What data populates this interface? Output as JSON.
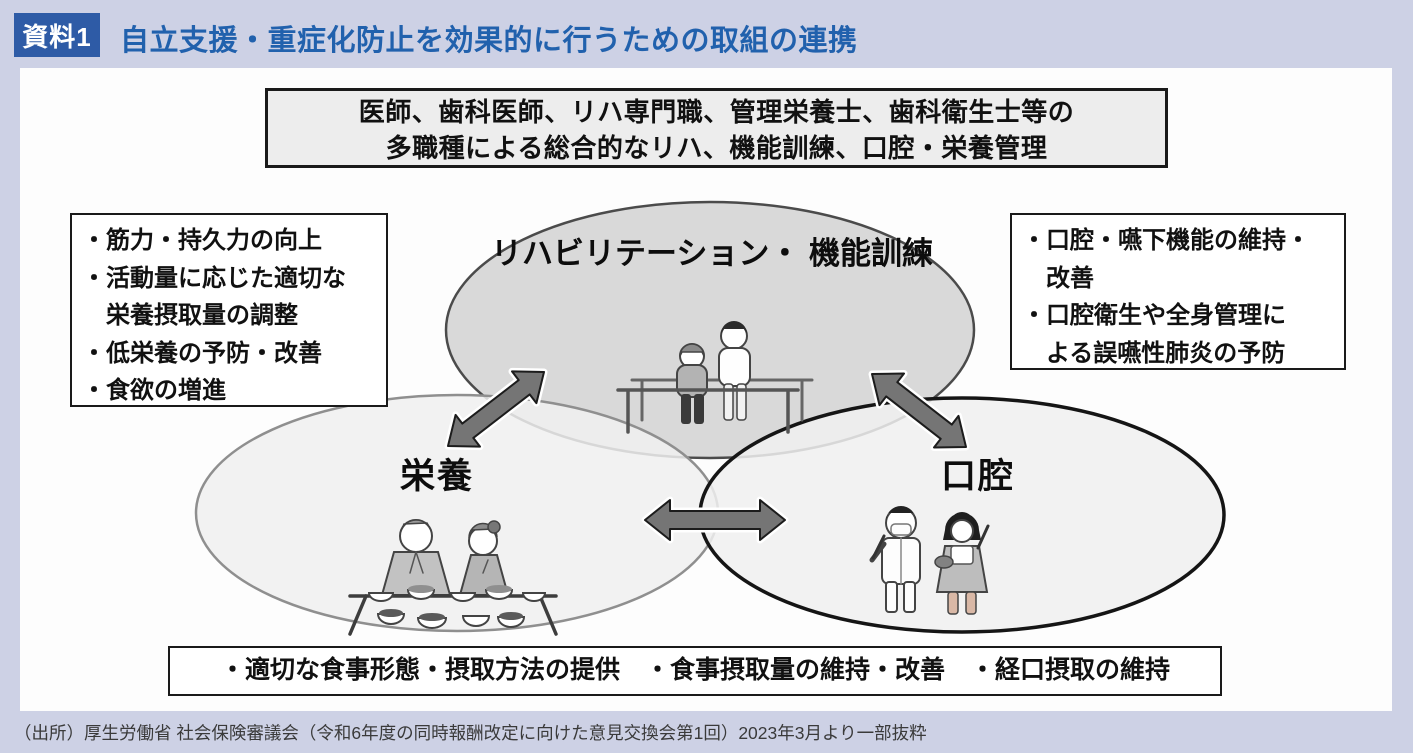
{
  "header": {
    "badge": "資料1",
    "title": "自立支援・重症化防止を効果的に行うための取組の連携"
  },
  "top_box": {
    "lines": [
      "医師、歯科医師、リハ専門職、管理栄養士、歯科衛生士等の",
      "多職種による総合的なリハ、機能訓練、口腔・栄養管理"
    ]
  },
  "left_box": {
    "lines": [
      "・筋力・持久力の向上",
      "・活動量に応じた適切な",
      "　栄養摂取量の調整",
      "・低栄養の予防・改善",
      "・食欲の増進"
    ]
  },
  "right_box": {
    "lines": [
      "・口腔・嚥下機能の維持・",
      "　改善",
      "・口腔衛生や全身管理に",
      "　よる誤嚥性肺炎の予防"
    ]
  },
  "bottom_box": {
    "text": "・適切な食事形態・摂取方法の提供　・食事摂取量の維持・改善　・経口摂取の維持"
  },
  "venn": {
    "rehab": {
      "label_lines": [
        "リハビリテーション・",
        "機能訓練"
      ]
    },
    "nutrition": {
      "label": "栄養"
    },
    "oral": {
      "label": "口腔"
    }
  },
  "footer": {
    "source": "（出所）厚生労働省 社会保険審議会（令和6年度の同時報酬改定に向けた意見交換会第1回）2023年3月より一部抜粋"
  },
  "colors": {
    "page_bg": "#cdd1e5",
    "badge_bg": "#2e5ba6",
    "title_blue": "#2161ad",
    "top_ellipse_fill": "#d9d9d9",
    "bottom_ellipse_fill": "#f0f0f0",
    "arrow_fill": "#757575"
  }
}
